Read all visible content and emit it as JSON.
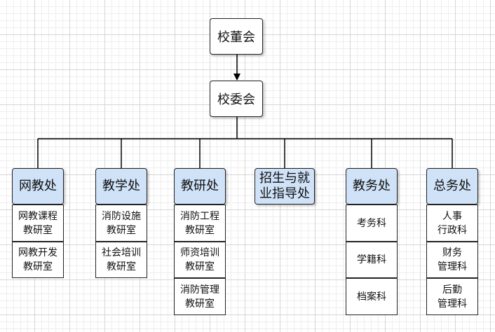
{
  "top": {
    "board": "校董会",
    "committee": "校委会"
  },
  "departments": [
    {
      "name": "网教处",
      "units": [
        "网教课程\n教研室",
        "网教开发\n教研室"
      ]
    },
    {
      "name": "教学处",
      "units": [
        "消防设施\n教研室",
        "社会培训\n教研室"
      ]
    },
    {
      "name": "教研处",
      "units": [
        "消防工程\n教研室",
        "师资培训\n教研室",
        "消防管理\n教研室"
      ]
    },
    {
      "name": "招生与就\n业指导处",
      "units": []
    },
    {
      "name": "教务处",
      "units": [
        "考务科",
        "学籍科",
        "档案科"
      ]
    },
    {
      "name": "总务处",
      "units": [
        "人事\n行政科",
        "财务\n管理科",
        "后勤\n管理科"
      ]
    }
  ]
}
